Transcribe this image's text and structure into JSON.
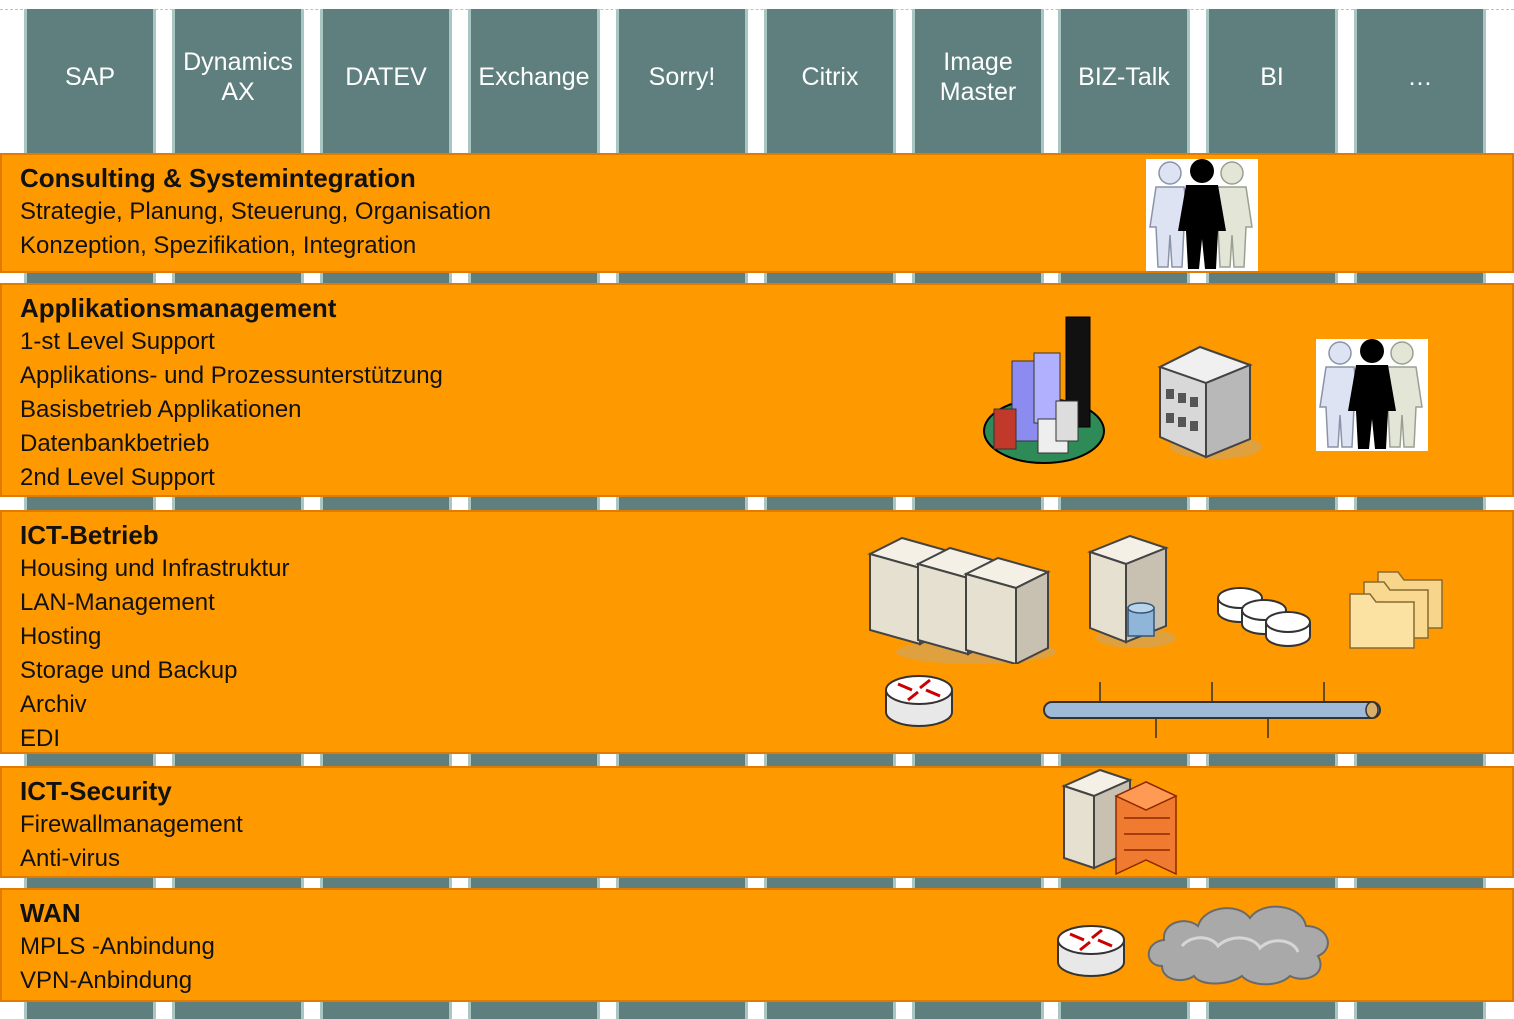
{
  "columns": [
    "SAP",
    "Dynamics\nAX",
    "DATEV",
    "Exchange",
    "Sorry!",
    "Citrix",
    "Image\nMaster",
    "BIZ-Talk",
    "BI",
    "…"
  ],
  "bands": [
    {
      "title": "Consulting & Systemintegration",
      "lines": [
        "Strategie, Planung, Steuerung, Organisation",
        "Konzeption, Spezifikation, Integration"
      ]
    },
    {
      "title": "Applikationsmanagement",
      "lines": [
        "1-st Level Support",
        "Applikations- und Prozessunterstützung",
        "Basisbetrieb Applikationen",
        "Datenbankbetrieb",
        "2nd Level Support"
      ]
    },
    {
      "title": "ICT-Betrieb",
      "lines": [
        "Housing und Infrastruktur",
        "LAN-Management",
        "Hosting",
        "Storage und Backup",
        "Archiv",
        "EDI"
      ]
    },
    {
      "title": "ICT-Security",
      "lines": [
        "Firewallmanagement",
        "Anti-virus"
      ]
    },
    {
      "title": "WAN",
      "lines": [
        "MPLS -Anbindung",
        "VPN-Anbindung"
      ]
    }
  ],
  "icons": {
    "consulting": [
      "people-group-icon"
    ],
    "applikationsmanagement": [
      "city-buildings-icon",
      "office-building-icon",
      "people-group-icon"
    ],
    "ict_betrieb": [
      "server-cluster-icon",
      "database-server-icon",
      "disk-storage-icon",
      "folders-icon",
      "router-icon",
      "lan-bus-icon"
    ],
    "ict_security": [
      "firewall-server-icon"
    ],
    "wan": [
      "router-icon",
      "cloud-icon"
    ]
  },
  "colors": {
    "column": "#5f7f7f",
    "column_edge": "#a9c6c3",
    "band": "#ff9900",
    "band_border": "#e07b00"
  }
}
